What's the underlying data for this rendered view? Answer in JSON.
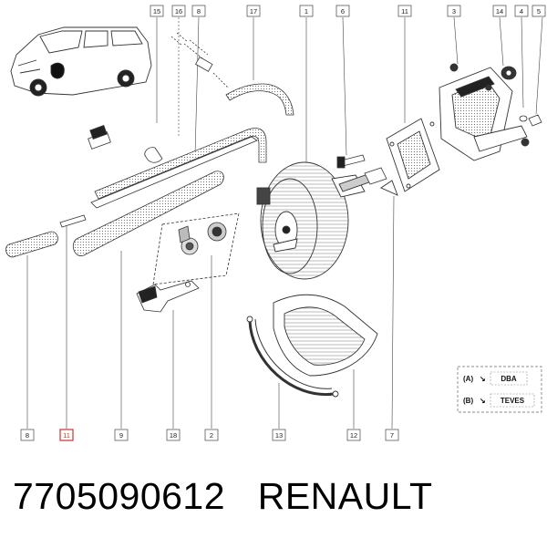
{
  "diagram": {
    "top_callouts": [
      "15",
      "16",
      "8",
      "17",
      "1",
      "6",
      "11",
      "3",
      "14",
      "4",
      "5"
    ],
    "bottom_callouts": [
      "8",
      "11",
      "9",
      "18",
      "2",
      "13",
      "12",
      "7"
    ],
    "highlighted_callout": "11",
    "highlight_color": "#d0312d",
    "legend": [
      {
        "key": "(A)",
        "value": "DBA"
      },
      {
        "key": "(B)",
        "value": "TEVES"
      }
    ]
  },
  "footer": {
    "part_number": "7705090612",
    "brand": "RENAULT"
  }
}
